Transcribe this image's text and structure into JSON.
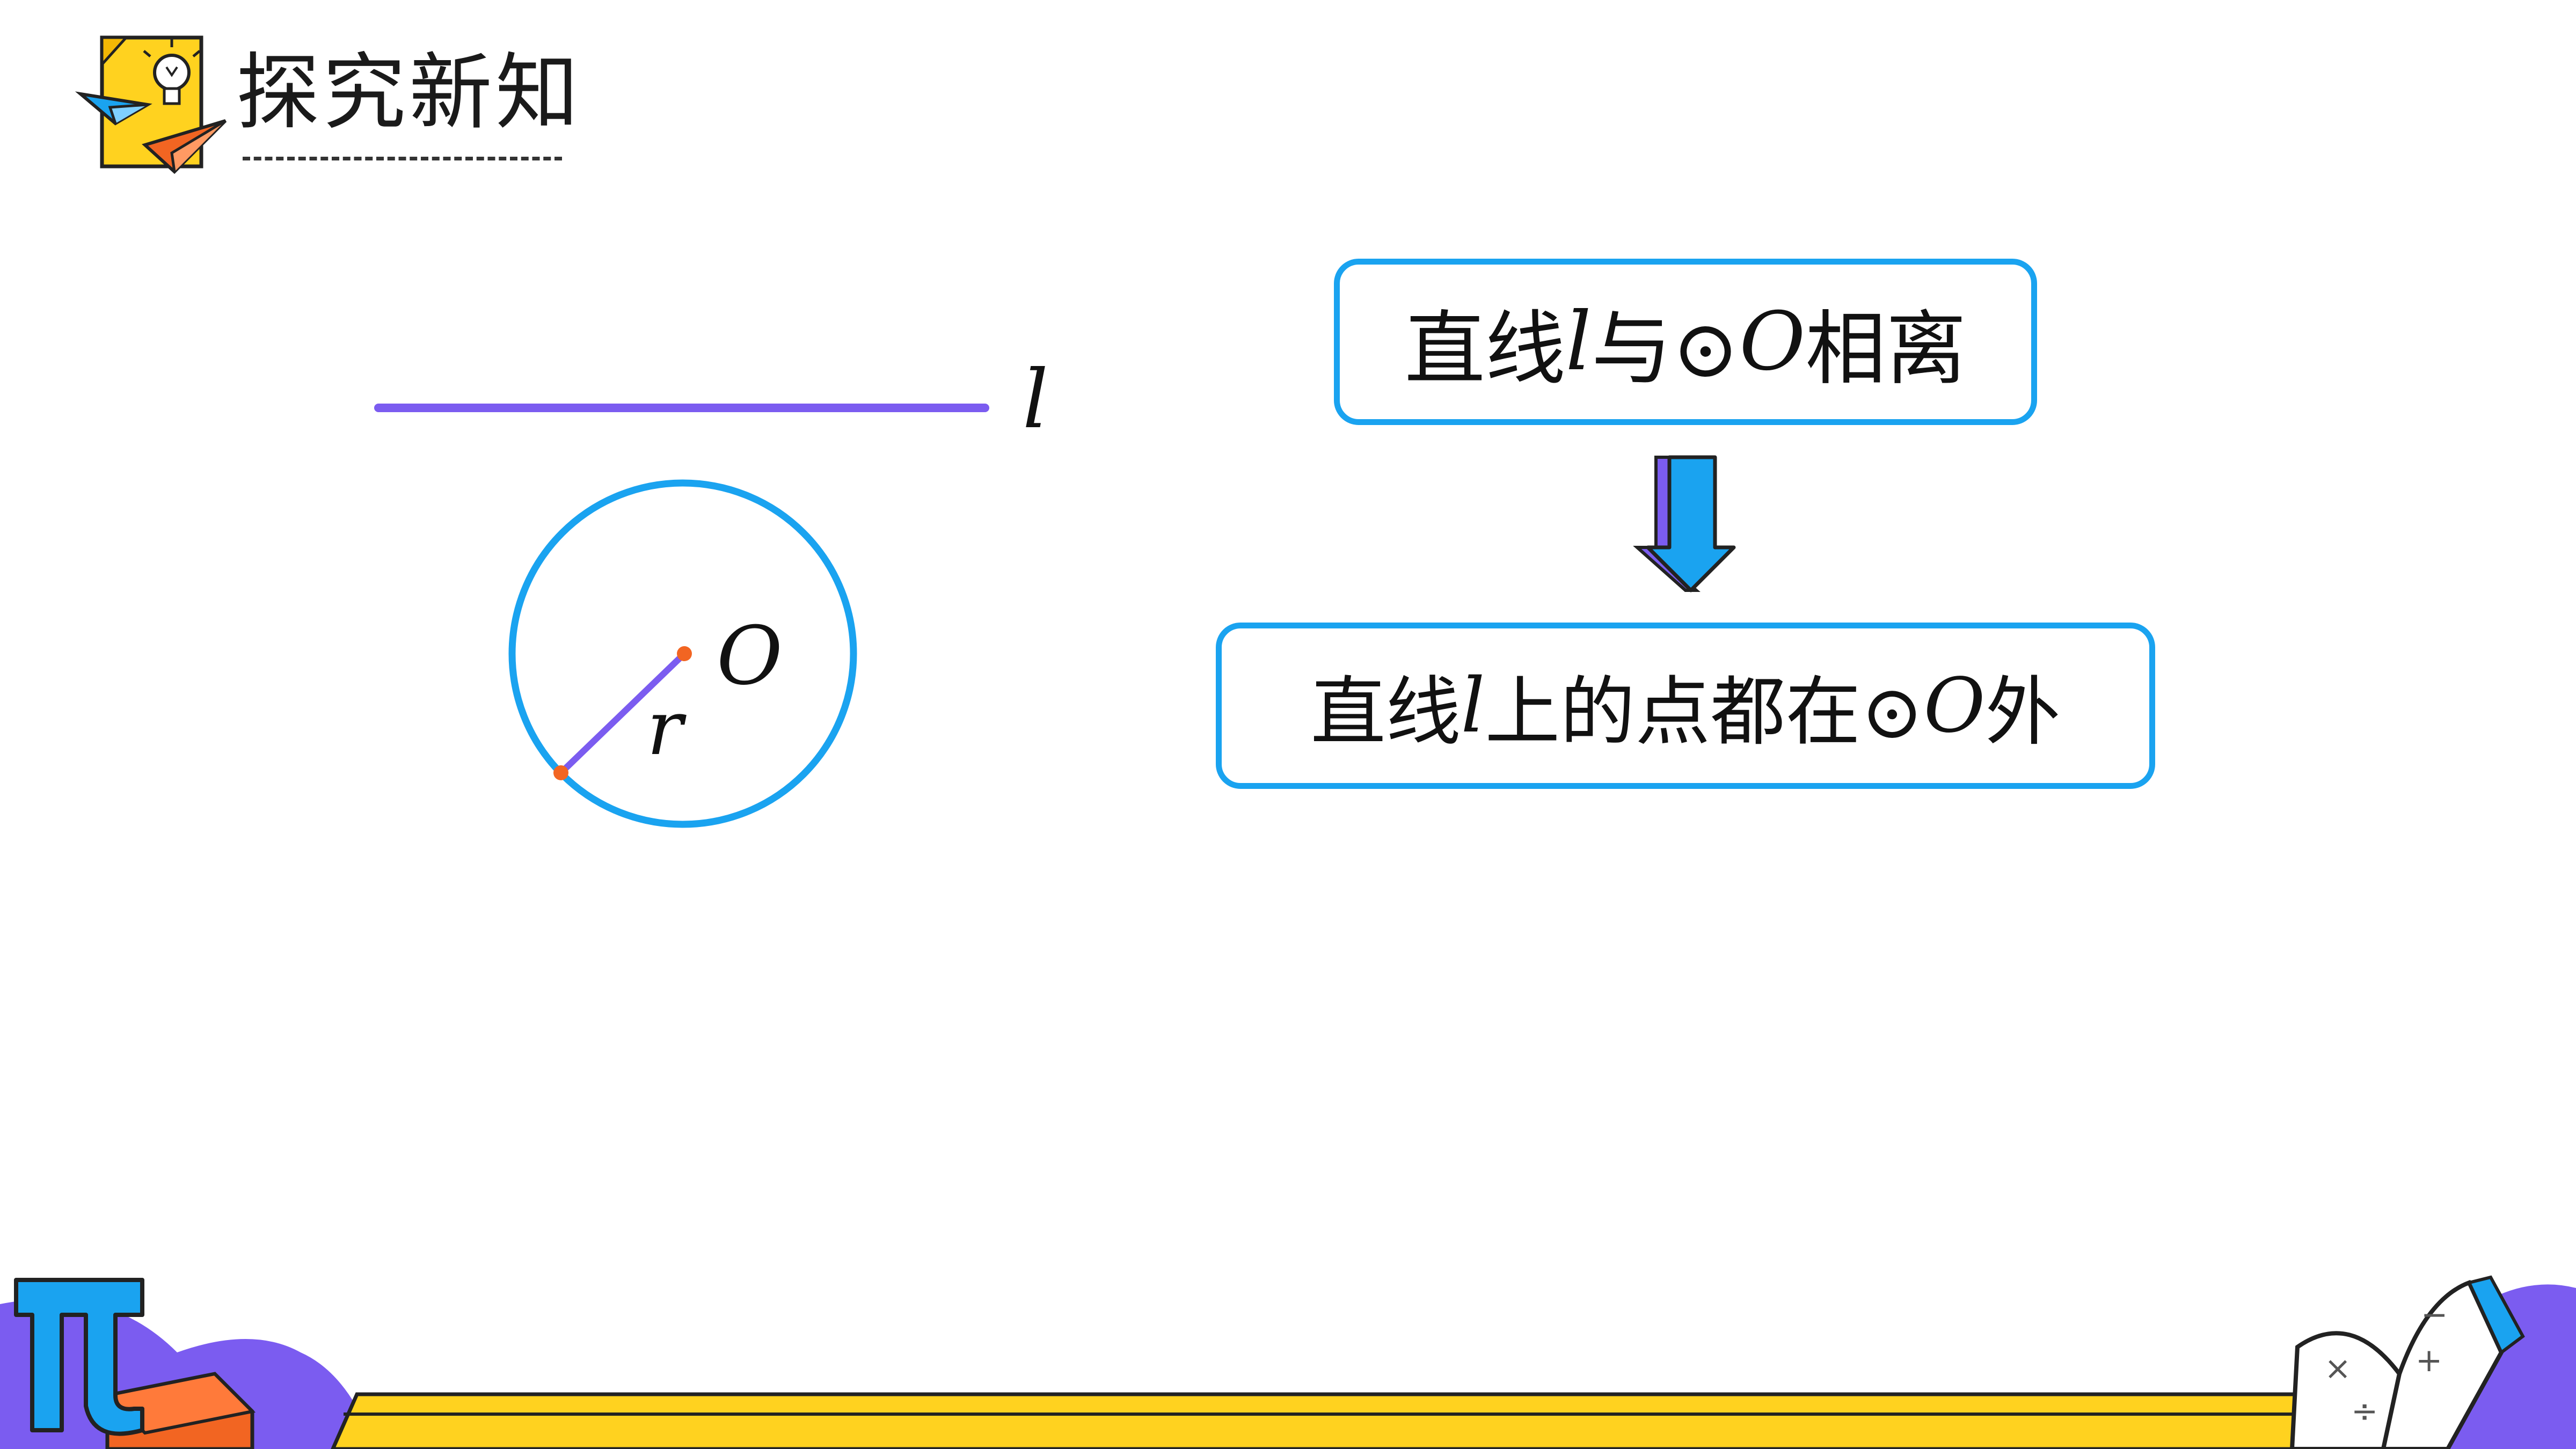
{
  "header": {
    "title": "探究新知"
  },
  "diagram": {
    "line_label": "l",
    "center_label": "O",
    "radius_label": "r"
  },
  "cards": {
    "top": {
      "prefix": "直线 ",
      "var": "l",
      "middle": " 与⊙",
      "circle": "O",
      "suffix": " 相离"
    },
    "bottom": {
      "prefix": "直线 ",
      "var": "l",
      "middle": " 上的点都在⊙",
      "circle": "O",
      "suffix": " 外"
    }
  },
  "footer": {
    "pi_symbol": "π",
    "book_symbols": [
      "×",
      "÷",
      "+",
      "−"
    ]
  },
  "colors": {
    "line": "#7b5cf0",
    "circle": "#1aa3f0",
    "point": "#f26522",
    "box_border": "#1aa3f0",
    "footer_band": "#ffd21f",
    "footer_purple": "#7b5cf0",
    "footer_orange": "#f26522",
    "pi_blue": "#1aa3f0"
  }
}
